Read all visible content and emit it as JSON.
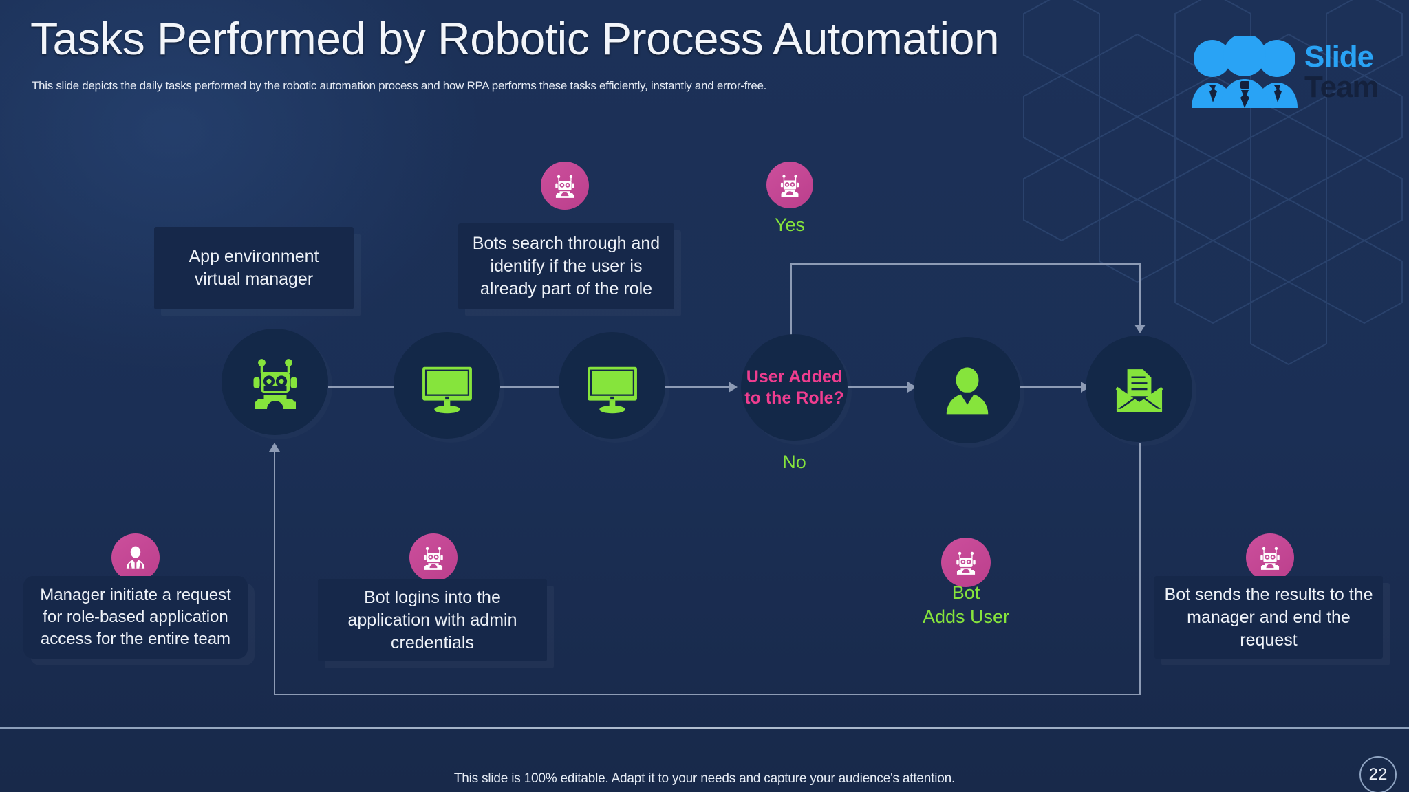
{
  "header": {
    "title": "Tasks Performed by Robotic Process Automation",
    "subtitle": "This slide depicts the daily tasks performed by the robotic automation process and how RPA performs these tasks efficiently, instantly and error-free."
  },
  "logo": {
    "word_primary": "Slide",
    "word_secondary": "Team",
    "icon": "three-people-icon",
    "color_primary": "#29a3f5",
    "color_secondary": "#14213d"
  },
  "colors": {
    "background": "#1b2f55",
    "node_fill": "#132848",
    "box_fill": "#16284a",
    "accent_pink": "#c44a96",
    "accent_green": "#86e43c",
    "decision_text": "#ef3d8f",
    "connector": "#8d9bb5"
  },
  "top_callouts": [
    {
      "id": "app-environment",
      "text": "App environment virtual manager",
      "icon": null
    },
    {
      "id": "bots-search",
      "text": "Bots search through and identify if the user is already part of the role",
      "icon": "robot-icon"
    }
  ],
  "branch_labels": [
    {
      "id": "yes",
      "text": "Yes",
      "icon": "robot-icon"
    },
    {
      "id": "no",
      "text": "No",
      "icon": null
    }
  ],
  "flow_nodes": [
    {
      "id": "robot",
      "icon": "robot-icon",
      "label": null
    },
    {
      "id": "monitor-1",
      "icon": "monitor-icon",
      "label": null
    },
    {
      "id": "monitor-2",
      "icon": "monitor-icon",
      "label": null
    },
    {
      "id": "decision",
      "icon": null,
      "label": "User Added to the Role?"
    },
    {
      "id": "user",
      "icon": "person-icon",
      "label": null
    },
    {
      "id": "mail",
      "icon": "envelope-document-icon",
      "label": null
    }
  ],
  "bottom_callouts": [
    {
      "id": "manager-request",
      "text": "Manager initiate a request for role-based application access for the entire team",
      "icon": "manager-icon"
    },
    {
      "id": "bot-login",
      "text": "Bot logins into the application with admin credentials",
      "icon": "robot-icon"
    },
    {
      "id": "bot-adds-user",
      "text": "Bot\nAdds User",
      "icon": "robot-icon"
    },
    {
      "id": "bot-sends-results",
      "text": "Bot sends the results to the manager and end the request",
      "icon": "robot-icon"
    }
  ],
  "bot_adds_user": {
    "line1": "Bot",
    "line2": "Adds User"
  },
  "footer": {
    "note": "This slide is 100% editable. Adapt it to your needs and capture your audience's attention.",
    "page_number": "22"
  }
}
